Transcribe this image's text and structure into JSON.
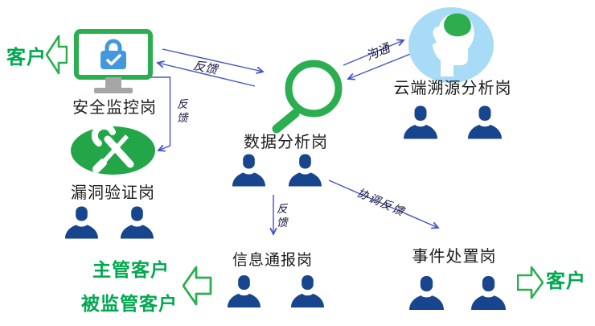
{
  "nodes": {
    "security_monitor": {
      "label": "安全监控岗",
      "icon": "monitor-lock-icon"
    },
    "vuln_verify": {
      "label": "漏洞验证岗",
      "icon": "wrench-screwdriver-icon",
      "members": 2
    },
    "data_analysis": {
      "label": "数据分析岗",
      "icon": "magnifier-icon",
      "members": 2
    },
    "cloud_trace": {
      "label": "云端溯源分析岗",
      "icon": "head-brain-icon",
      "members": 2
    },
    "info_report": {
      "label": "信息通报岗",
      "members": 2
    },
    "incident_handle": {
      "label": "事件处置岗",
      "members": 2
    }
  },
  "customers": {
    "left_label": "客户",
    "right_label": "客户",
    "supervisor_label": "主管客户",
    "regulated_label": "被监管客户"
  },
  "edges": {
    "monitor_data": {
      "label": "反馈"
    },
    "monitor_vuln": {
      "label": "反馈"
    },
    "data_cloud": {
      "label": "沟通"
    },
    "data_info": {
      "label": "反馈"
    },
    "data_incident": {
      "label": "协调反馈"
    }
  },
  "colors": {
    "icon_green": "#2bae4f",
    "ellipse_green": "#23a647",
    "text_green": "#00a84f",
    "person_navy": "#17468e",
    "arrow_blue": "#4254c5",
    "light_blue": "#a7dbf6",
    "lock_blue": "#4397dc",
    "stand_gray": "#a6a6a6"
  }
}
